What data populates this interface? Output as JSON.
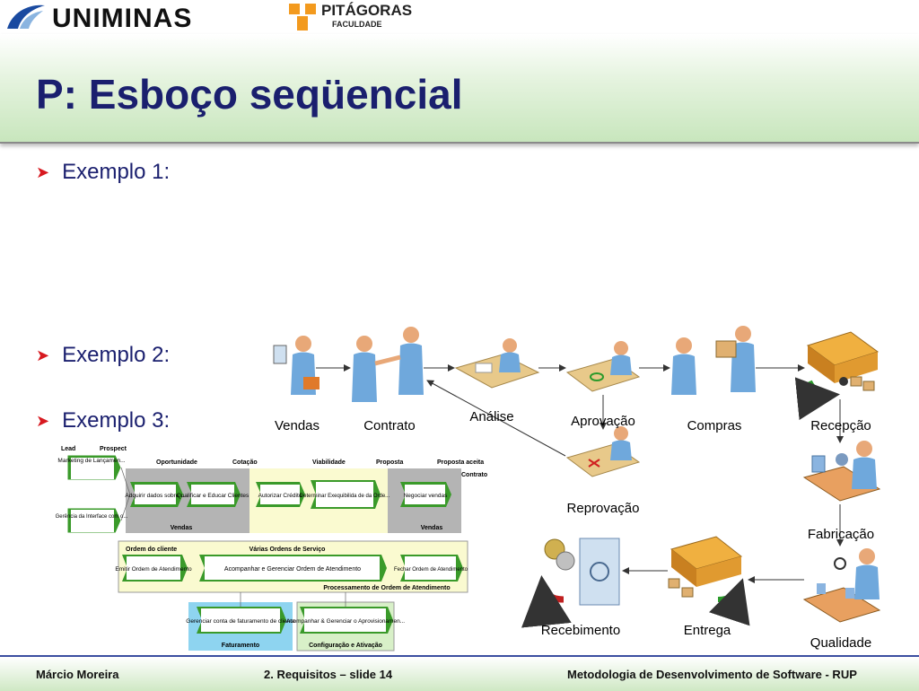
{
  "header": {
    "uniminas": "UNIMINAS",
    "pitagoras": "PITÁGORAS",
    "faculdade": "FACULDADE"
  },
  "page_title": "P: Esboço seqüencial",
  "bullets": [
    "Exemplo 1:",
    "Exemplo 2:",
    "Exemplo 3:"
  ],
  "example2": {
    "top_row": [
      "Vendas",
      "Contrato",
      "Análise",
      "Aprovação",
      "Compras",
      "Recepção"
    ],
    "reprovacao": "Reprovação",
    "right_col": [
      "Fabricação",
      "Qualidade"
    ],
    "bottom_row": [
      "Recebimento",
      "Entrega"
    ]
  },
  "example3": {
    "stages": [
      "Lead",
      "Prospect",
      "Oportunidade",
      "Cotação",
      "Viabilidade",
      "Proposta",
      "Proposta aceita",
      "Contrato"
    ],
    "left_boxes": [
      "Marketing de Lançamen...",
      "Gerência da Interface com o..."
    ],
    "vendas_steps": [
      "Adquirir dados sobre ...",
      "Qualificar e Educar Clientes",
      "Autorizar Crédito",
      "Determinar Exequibilida de da Orde...",
      "Negociar vendas"
    ],
    "vendas_label": "Vendas",
    "ordem_cliente": "Ordem do cliente",
    "varias_ordens": "Várias Ordens de Serviço",
    "order_steps": [
      "Emitir Ordem de Atendimento",
      "Acompanhar e Gerenciar Ordem de Atendimento",
      "Fechar Ordem de Atendimento"
    ],
    "processamento": "Processamento de Ordem de Atendimento",
    "faturamento_step": "Gerenciar conta de faturamento de cliente",
    "faturamento": "Faturamento",
    "config_step": "Acompanhar & Gerenciar o Aprovisionamen...",
    "config": "Configuração e Ativação"
  },
  "footer": {
    "author": "Márcio Moreira",
    "slide": "2. Requisitos – slide 14",
    "course": "Metodologia de Desenvolvimento de Software - RUP"
  },
  "colors": {
    "title": "#1a1f6e",
    "bullet_arrow": "#d71920",
    "process_green": "#3a9a2a",
    "person_blue": "#6fa8dc"
  }
}
